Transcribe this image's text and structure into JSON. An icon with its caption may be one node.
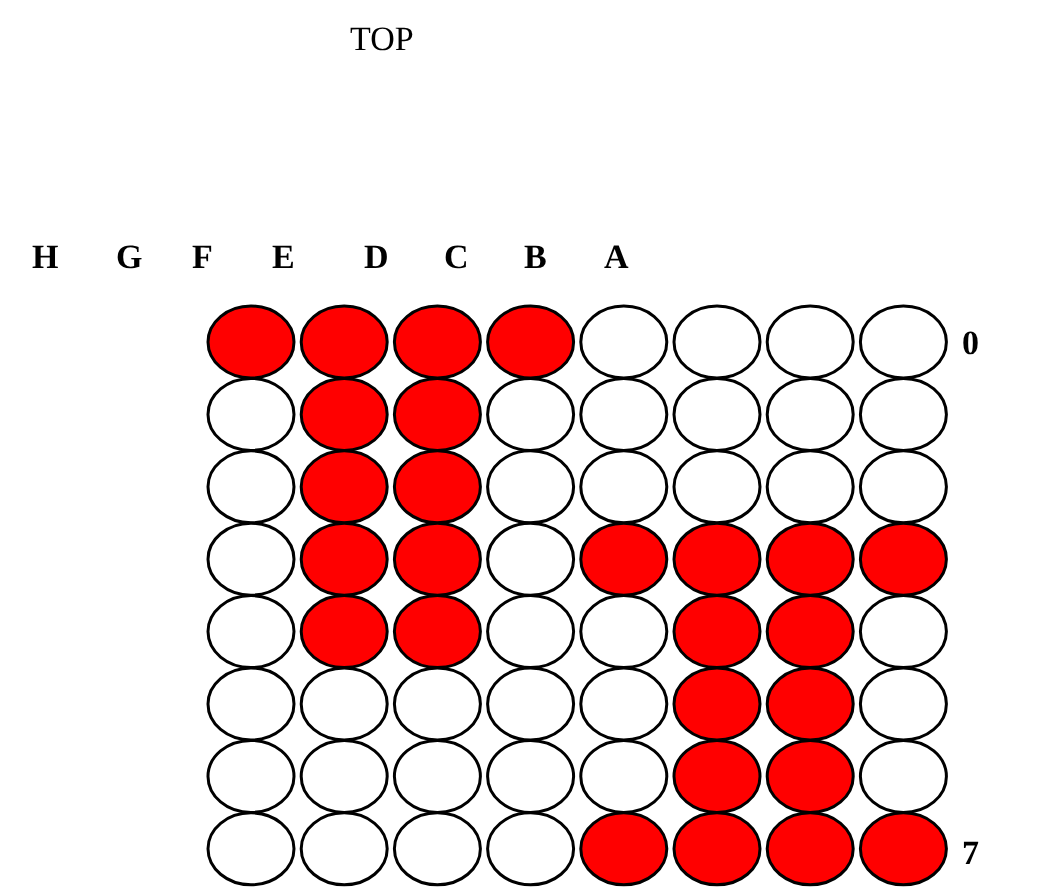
{
  "diagram": {
    "title": "TOP",
    "labels": [
      "H",
      "G",
      "F",
      "E",
      "D",
      "C",
      "B",
      "A",
      "0",
      "7"
    ]
  }
}
